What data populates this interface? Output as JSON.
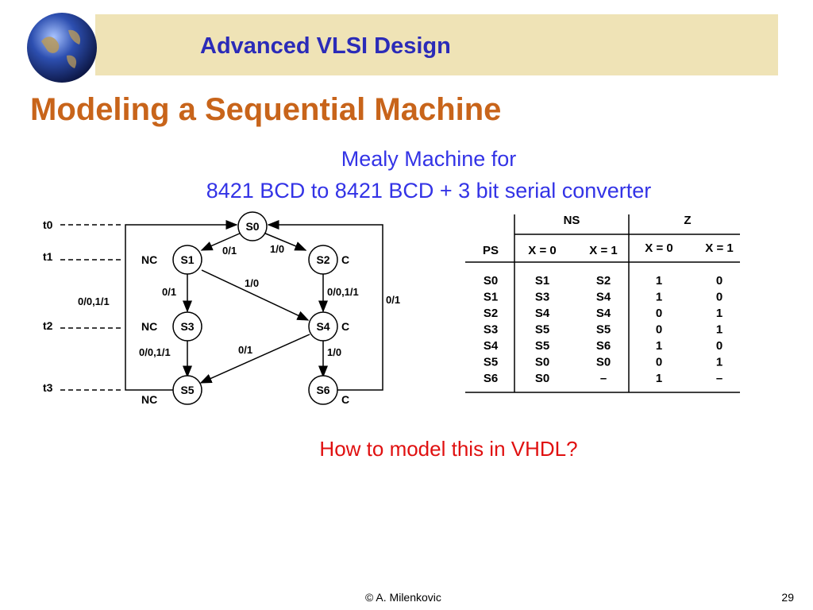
{
  "header": {
    "course_title": "Advanced VLSI Design",
    "slide_title": "Modeling a Sequential Machine",
    "subtitle_line1": "Mealy Machine for",
    "subtitle_line2": "8421 BCD to 8421 BCD + 3 bit serial converter"
  },
  "diagram": {
    "time_labels": [
      "t0",
      "t1",
      "t2",
      "t3"
    ],
    "states": [
      "S0",
      "S1",
      "S2",
      "S3",
      "S4",
      "S5",
      "S6"
    ],
    "state_tags": {
      "S1": "NC",
      "S2": "C",
      "S3": "NC",
      "S4": "C",
      "S5": "NC",
      "S6": "C"
    },
    "edge_labels": {
      "s0_s1": "0/1",
      "s0_s2": "1/0",
      "s1_s3": "0/1",
      "s1_s4": "1/0",
      "s2_s4": "0/0,1/1",
      "s3_s5": "0/0,1/1",
      "s4_s5": "0/1",
      "s4_s6": "1/0",
      "s5_s0": "0/0,1/1",
      "s6_s0": "0/1"
    }
  },
  "table": {
    "group_headers": [
      "NS",
      "Z"
    ],
    "column_headers": [
      "PS",
      "X = 0",
      "X = 1",
      "X = 0",
      "X = 1"
    ],
    "rows": [
      [
        "S0",
        "S1",
        "S2",
        "1",
        "0"
      ],
      [
        "S1",
        "S3",
        "S4",
        "1",
        "0"
      ],
      [
        "S2",
        "S4",
        "S4",
        "0",
        "1"
      ],
      [
        "S3",
        "S5",
        "S5",
        "0",
        "1"
      ],
      [
        "S4",
        "S5",
        "S6",
        "1",
        "0"
      ],
      [
        "S5",
        "S0",
        "S0",
        "0",
        "1"
      ],
      [
        "S6",
        "S0",
        "–",
        "1",
        "–"
      ]
    ]
  },
  "question": "How to model this in VHDL?",
  "footer": {
    "credit": "© A. Milenkovic",
    "page_number": "29"
  }
}
